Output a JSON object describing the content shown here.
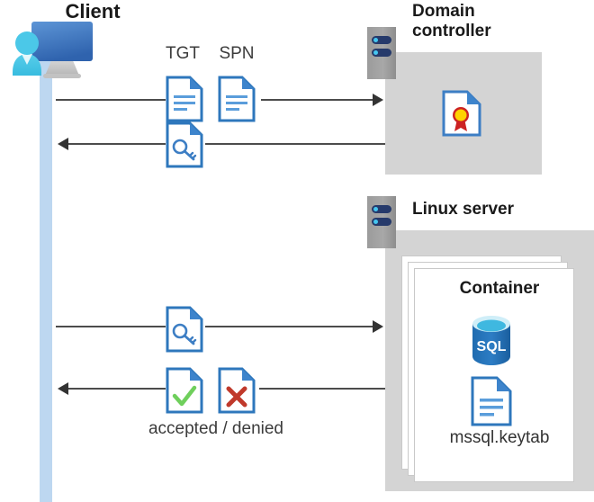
{
  "diagram": {
    "title_client": "Client",
    "title_domain_controller": "Domain\ncontroller",
    "title_domain_controller_line1": "Domain",
    "title_domain_controller_line2": "controller",
    "title_linux_server": "Linux server",
    "title_container": "Container",
    "label_keytab": "mssql.keytab",
    "label_accepted_denied": "accepted / denied",
    "label_tgt": "TGT",
    "label_spn": "SPN"
  },
  "icons": {
    "client": "client-workstation-icon",
    "server_rack_dc": "server-rack-icon",
    "server_rack_linux": "server-rack-icon",
    "tgt_document": "document-icon",
    "spn_document": "document-icon",
    "ticket_key_document": "document-key-icon",
    "certificate": "certificate-document-icon",
    "sql_database": "sql-database-icon",
    "keytab_document": "document-icon",
    "accepted_document": "document-check-icon",
    "denied_document": "document-cross-icon"
  },
  "flows": [
    {
      "name": "client-to-dc-request",
      "direction": "right"
    },
    {
      "name": "dc-to-client-ticket",
      "direction": "left"
    },
    {
      "name": "client-to-linux-request",
      "direction": "right"
    },
    {
      "name": "linux-to-client-response",
      "direction": "left"
    }
  ],
  "colors": {
    "lifeline": "#bdd7f0",
    "host_box": "#d4d4d4",
    "accent_blue": "#3d7ec4",
    "doc_blue": "#2e77bc",
    "sql_blue": "#1f6bb0",
    "check_green": "#6fcf5c",
    "cross_red": "#c0392b",
    "ribbon_yellow": "#ffd200",
    "ribbon_red": "#cc2222",
    "rack_navy": "#263a6b",
    "rack_cyan": "#45c6f0",
    "line": "#4c4c4c",
    "text_dark": "#1a1a1a"
  }
}
